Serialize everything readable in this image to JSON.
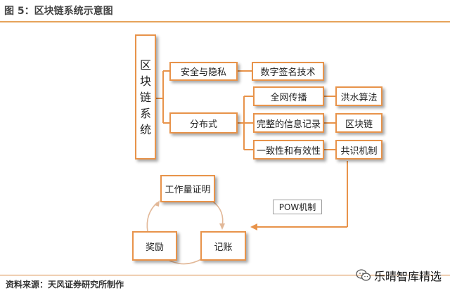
{
  "header": {
    "title": "图 5：区块链系统示意图"
  },
  "diagram": {
    "root_chars": [
      "区",
      "块",
      "链",
      "系",
      "统"
    ],
    "branches": {
      "security": "安全与隐私",
      "digital_signature": "数字签名技术",
      "distributed": "分布式",
      "broadcast": "全网传播",
      "flooding": "洪水算法",
      "complete_record": "完整的信息记录",
      "block": "区块链",
      "consistency": "一致性和有效性",
      "consensus": "共识机制"
    },
    "pow": "POW机制",
    "cycle": {
      "proof_of_work": "工作量证明",
      "accounting": "记账",
      "reward": "奖励"
    }
  },
  "footer": {
    "source": "资料来源：天风证券研究所制作"
  },
  "watermark": {
    "text": "乐晴智库精选",
    "icon": "wechat-icon"
  },
  "colors": {
    "accent": "#e8934a",
    "rule": "#e6a35a",
    "box_border": "#9e9e9e"
  }
}
